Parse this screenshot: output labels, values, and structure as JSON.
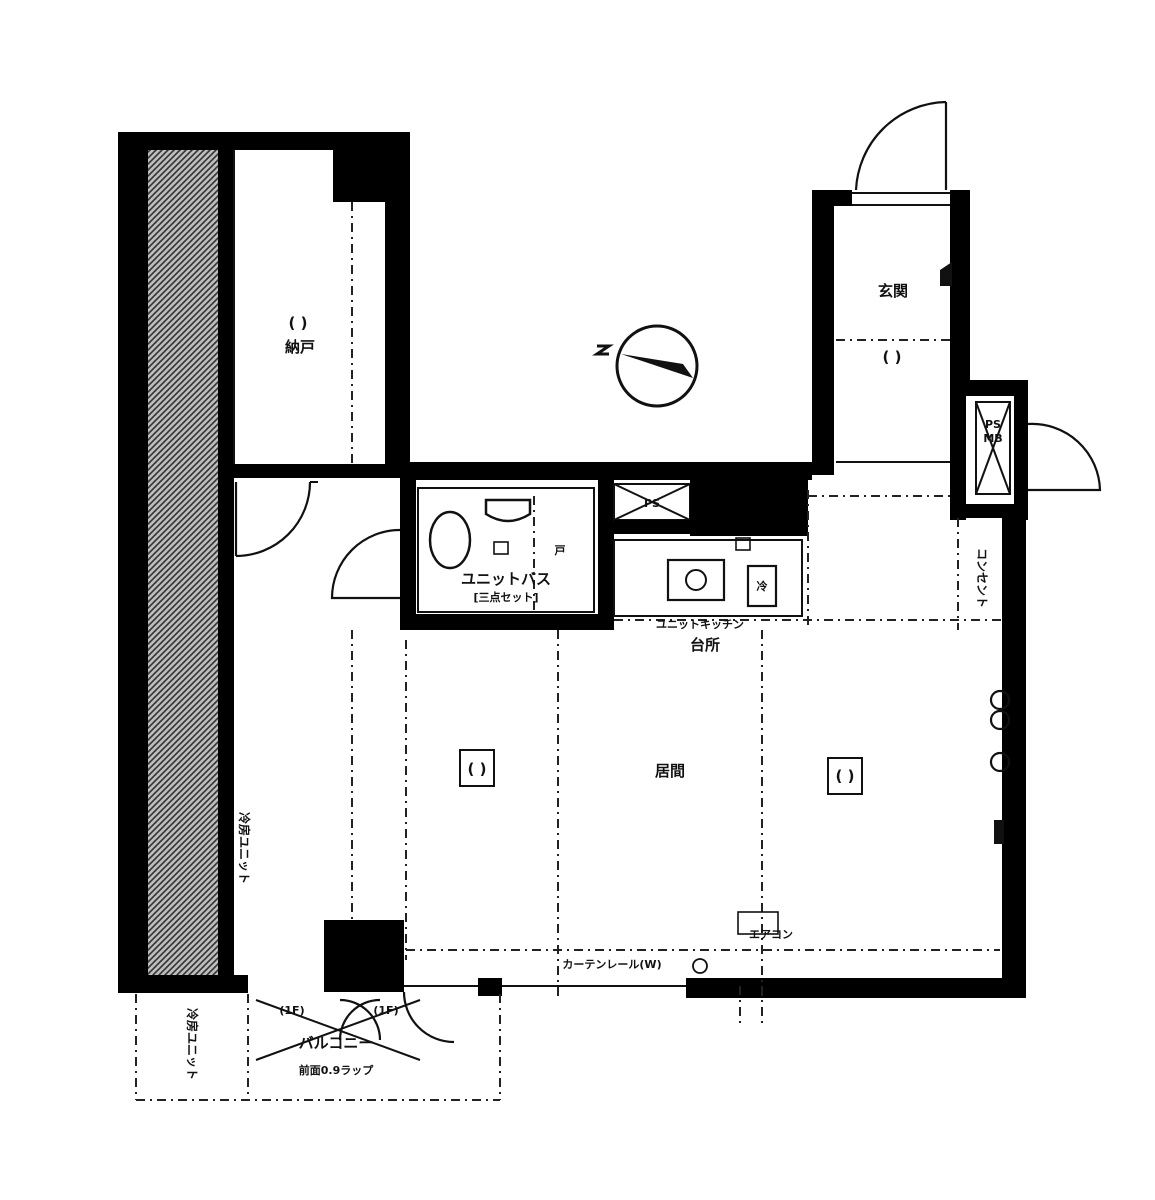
{
  "rooms": {
    "closet_mark": "( )",
    "closet_name": "納戸",
    "entrance": "玄関",
    "entrance_mark": "( )",
    "ps_top": "PS",
    "ps_bottom": "MB",
    "unit_bath": "ユニットバス",
    "unit_bath_sub": "[三点セット]",
    "ps_small": "PS",
    "unit_kitchen": "ユニットキッチン",
    "kitchen_area": "台所",
    "living": "居間",
    "living_mark_left": "( )",
    "living_mark_right": "( )",
    "balcony": "バルコニー",
    "balcony_sub": "前面0.9ラップ",
    "curtain_rail": "カーテンレール(W)",
    "air_unit": "エアコン",
    "left_vertical": "冷房ユニット",
    "right_vertical": "コンセント",
    "bottom_left_vertical": "冷房ユニット",
    "balcony_mark_1": "(1F)",
    "balcony_mark_2": "(1F)",
    "door_mark": "戸",
    "fridge_mark": "冷"
  },
  "icons": {
    "compass": "compass-north-icon",
    "stove": "stove-icon",
    "fridge": "fridge-icon",
    "toilet": "toilet-icon",
    "bathtub": "bathtub-icon"
  },
  "colors": {
    "wall": "#000000",
    "hatch": "#555555",
    "line": "#111111"
  }
}
